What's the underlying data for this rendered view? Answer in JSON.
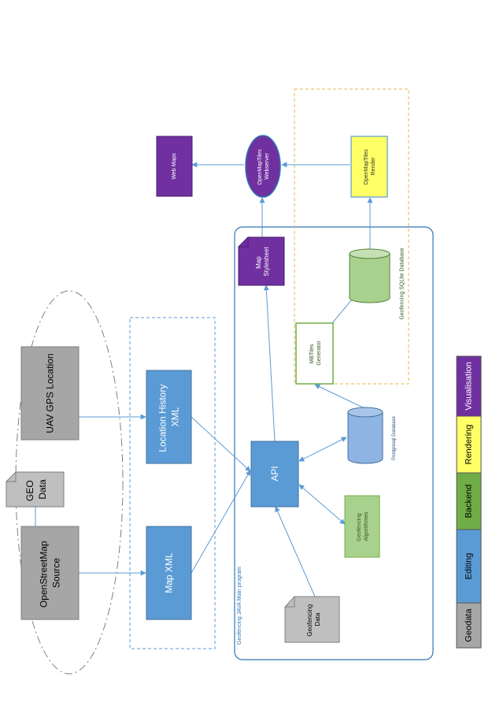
{
  "nodes": {
    "osm_source": {
      "line1": "OpenStreetMap",
      "line2": "Source"
    },
    "geo_data": {
      "line1": "GEO",
      "line2": "Data"
    },
    "uav_gps": {
      "label": "UAV GPS Location"
    },
    "map_xml": {
      "label": "Map XML"
    },
    "location_history": {
      "line1": "Location History",
      "line2": "XML"
    },
    "api": {
      "label": "API"
    },
    "geofencing_data": {
      "line1": "Geofencing",
      "line2": "Data"
    },
    "geofencing_algorithms": {
      "line1": "Geofencing",
      "line2": "Algorithmes"
    },
    "postgresql": {
      "label": "Postgresql Database"
    },
    "mbtiles_generator": {
      "line1": "MBTiles",
      "line2": "Generator"
    },
    "sqlite": {
      "label": "Geofencing SQLite Database"
    },
    "map_stylesheet": {
      "line1": "Map",
      "line2": "Stylesheet"
    },
    "webserver": {
      "line1": "OpenMapTiles",
      "line2": "Webserver"
    },
    "render": {
      "line1": "OpenMapTiles",
      "line2": "Render"
    },
    "web_maps": {
      "label": "Web Maps"
    }
  },
  "containers": {
    "java_main": {
      "label": "Geofencing JAVA Main program"
    }
  },
  "legend": [
    {
      "label": "Geodata",
      "color": "#a6a6a6"
    },
    {
      "label": "Editing",
      "color": "#5b9bd5"
    },
    {
      "label": "Backend",
      "color": "#70ad47"
    },
    {
      "label": "Rendering",
      "color": "#ffff66"
    },
    {
      "label": "Visualisation",
      "color": "#7030a0"
    }
  ],
  "colors": {
    "geodata": "#a6a6a6",
    "editing": "#5b9bd5",
    "backend": "#70ad47",
    "rendering": "#ffff66",
    "visualisation": "#7030a0",
    "arrow": "#5b9bd5"
  }
}
